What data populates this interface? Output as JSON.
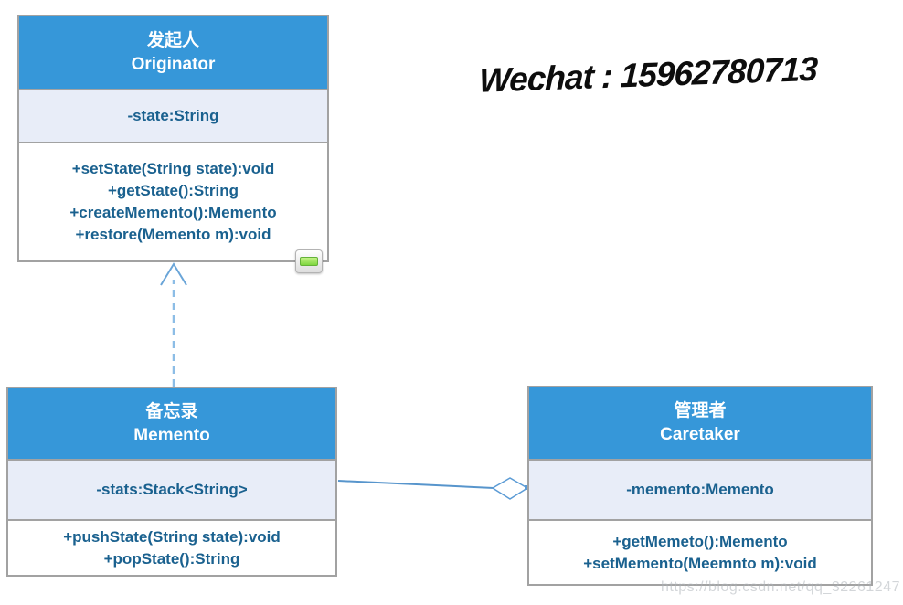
{
  "diagram": {
    "title_hint": "Memento design pattern UML class diagram",
    "classes": [
      {
        "name_cn": "发起人",
        "name_en": "Originator",
        "attributes": [
          "-state:String"
        ],
        "methods": [
          "+setState(String state):void",
          "+getState():String",
          "+createMemento():Memento",
          "+restore(Memento m):void"
        ]
      },
      {
        "name_cn": "备忘录",
        "name_en": "Memento",
        "attributes": [
          "-stats:Stack<String>"
        ],
        "methods": [
          "+pushState(String state):void",
          "+popState():String"
        ]
      },
      {
        "name_cn": "管理者",
        "name_en": "Caretaker",
        "attributes": [
          "-memento:Memento"
        ],
        "methods": [
          "+getMemeto():Memento",
          "+setMemento(Meemnto m):void"
        ]
      }
    ],
    "relations": [
      {
        "type": "dashed-dependency-arrow",
        "from": "Memento",
        "to": "Originator"
      },
      {
        "type": "aggregation-open-diamond",
        "from": "Memento",
        "to": "Caretaker"
      }
    ],
    "annotations": {
      "handwritten_note": "Wechat : 15962780713",
      "watermark": "https://blog.csdn.net/qq_32261247"
    },
    "colors": {
      "header_blue": "#3697d9",
      "attr_bg": "#e8edf8",
      "body_text": "#1a618f",
      "border_gray": "#a2a2a2",
      "connector_blue": "#5b9bd5",
      "dash_blue": "#8cbde6",
      "icon_green": "#7ed63f"
    }
  }
}
